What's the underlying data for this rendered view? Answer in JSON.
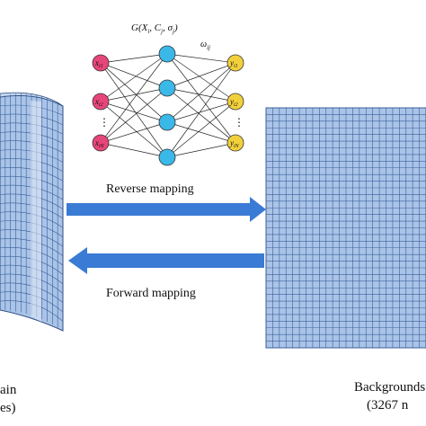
{
  "network": {
    "formula": "G(X",
    "formula_sub1": "i",
    "formula_mid1": ", C",
    "formula_sub2": "j",
    "formula_mid2": ", σ",
    "formula_sub3": "j",
    "formula_end": ")",
    "weight": "ω",
    "weight_sub": "ij",
    "inputs": [
      "x",
      "x",
      "⋮",
      "x"
    ],
    "input_subs": [
      "i1",
      "i2",
      "",
      "iN"
    ],
    "outputs": [
      "y",
      "y",
      "⋮",
      "y"
    ],
    "output_subs": [
      "i1",
      "i2",
      "",
      "iN"
    ],
    "colors": {
      "input": "#e8457a",
      "hidden": "#3ab8e8",
      "output": "#f2d03c"
    }
  },
  "arrows": {
    "reverse_label": "Reverse mapping",
    "forward_label": "Forward mapping",
    "color": "#3a7bd5"
  },
  "left_caption": {
    "line1": "ain",
    "line2": "es)"
  },
  "right_caption": {
    "line1": "Backgrounds",
    "line2": "(3267 n"
  },
  "colors": {
    "mesh_fill": "#aac4e8",
    "mesh_line": "#3a5f9a"
  }
}
